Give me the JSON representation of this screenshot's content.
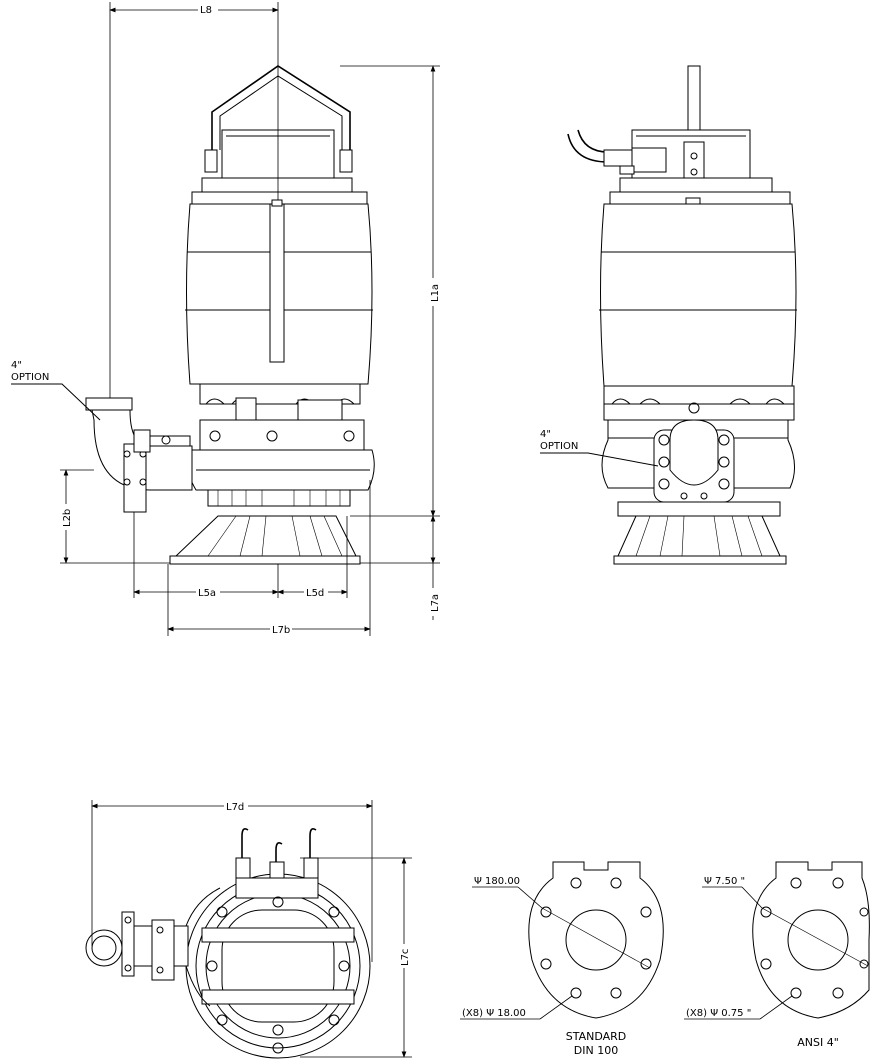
{
  "dimensions": {
    "L8": "L8",
    "L1a": "L1a",
    "L2b": "L2b",
    "L5a": "L5a",
    "L5d": "L5d",
    "L7a": "L7a",
    "L7b": "L7b",
    "L7d": "L7d",
    "L7c": "L7c"
  },
  "callouts": {
    "front_option_size": "4\"",
    "front_option_text": "OPTION",
    "side_option_size": "4\"",
    "side_option_text": "OPTION"
  },
  "flanges": {
    "standard": {
      "pcd": "Ψ 180.00",
      "holes": "(X8)  Ψ 18.00",
      "caption_line1": "STANDARD",
      "caption_line2": "DIN 100"
    },
    "ansi": {
      "pcd": "Ψ 7.50 \"",
      "holes": "(X8)  Ψ 0.75 \"",
      "caption": "ANSI 4\""
    }
  }
}
